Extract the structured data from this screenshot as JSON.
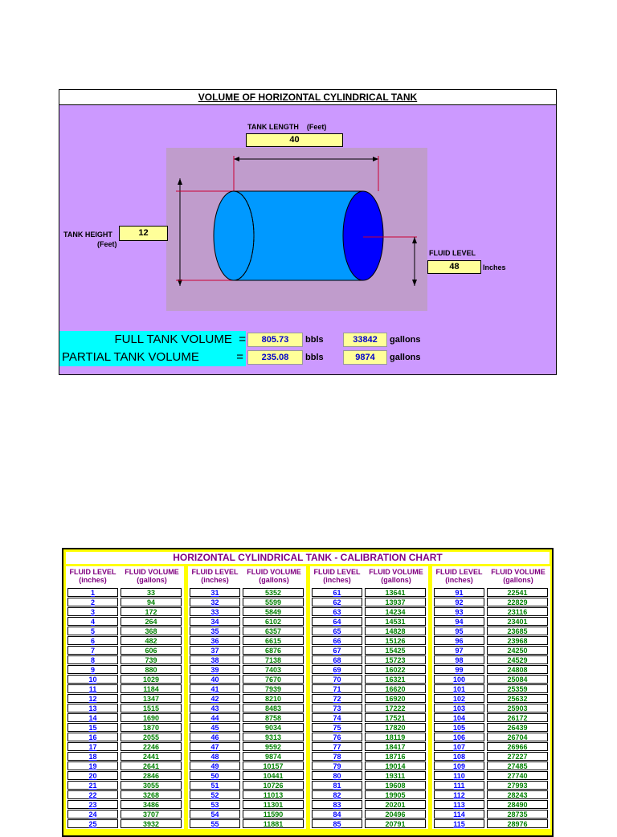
{
  "calculator": {
    "title": "VOLUME OF HORIZONTAL CYLINDRICAL TANK",
    "tank_length_label": "TANK LENGTH",
    "tank_length_unit": "(Feet)",
    "tank_length_value": "40",
    "tank_height_label": "TANK HEIGHT",
    "tank_height_unit": "(Feet)",
    "tank_height_value": "12",
    "fluid_level_label": "FLUID LEVEL",
    "fluid_level_value": "48",
    "fluid_level_unit": "Inches",
    "full_label": "FULL TANK VOLUME",
    "full_eq": "=",
    "full_bbls": "805.73",
    "full_gallons": "33842",
    "partial_label": "PARTIAL TANK VOLUME",
    "partial_eq": "=",
    "partial_bbls": "235.08",
    "partial_gallons": "9874",
    "bbls_unit": "bbls",
    "gallons_unit": "gallons",
    "colors": {
      "panel": "#cc99ff",
      "input": "#ffff99",
      "highlight": "#00ffff",
      "tank": "#0099ff",
      "tank_end": "#0000ff"
    }
  },
  "chart": {
    "title": "HORIZONTAL CYLINDRICAL TANK - CALIBRATION CHART",
    "col_level_1": "FLUID LEVEL",
    "col_level_2": "(inches)",
    "col_volume_1": "FLUID VOLUME",
    "col_volume_2": "(gallons)",
    "groups": [
      {
        "rows": [
          [
            1,
            33
          ],
          [
            2,
            94
          ],
          [
            3,
            172
          ],
          [
            4,
            264
          ],
          [
            5,
            368
          ],
          [
            6,
            482
          ],
          [
            7,
            606
          ],
          [
            8,
            739
          ],
          [
            9,
            880
          ],
          [
            10,
            1029
          ],
          [
            11,
            1184
          ],
          [
            12,
            1347
          ],
          [
            13,
            1515
          ],
          [
            14,
            1690
          ],
          [
            15,
            1870
          ],
          [
            16,
            2055
          ],
          [
            17,
            2246
          ],
          [
            18,
            2441
          ],
          [
            19,
            2641
          ],
          [
            20,
            2846
          ],
          [
            21,
            3055
          ],
          [
            22,
            3268
          ],
          [
            23,
            3486
          ],
          [
            24,
            3707
          ],
          [
            25,
            3932
          ]
        ]
      },
      {
        "rows": [
          [
            31,
            5352
          ],
          [
            32,
            5599
          ],
          [
            33,
            5849
          ],
          [
            34,
            6102
          ],
          [
            35,
            6357
          ],
          [
            36,
            6615
          ],
          [
            37,
            6876
          ],
          [
            38,
            7138
          ],
          [
            39,
            7403
          ],
          [
            40,
            7670
          ],
          [
            41,
            7939
          ],
          [
            42,
            8210
          ],
          [
            43,
            8483
          ],
          [
            44,
            8758
          ],
          [
            45,
            9034
          ],
          [
            46,
            9313
          ],
          [
            47,
            9592
          ],
          [
            48,
            9874
          ],
          [
            49,
            10157
          ],
          [
            50,
            10441
          ],
          [
            51,
            10726
          ],
          [
            52,
            11013
          ],
          [
            53,
            11301
          ],
          [
            54,
            11590
          ],
          [
            55,
            11881
          ]
        ]
      },
      {
        "rows": [
          [
            61,
            13641
          ],
          [
            62,
            13937
          ],
          [
            63,
            14234
          ],
          [
            64,
            14531
          ],
          [
            65,
            14828
          ],
          [
            66,
            15126
          ],
          [
            67,
            15425
          ],
          [
            68,
            15723
          ],
          [
            69,
            16022
          ],
          [
            70,
            16321
          ],
          [
            71,
            16620
          ],
          [
            72,
            16920
          ],
          [
            73,
            17222
          ],
          [
            74,
            17521
          ],
          [
            75,
            17820
          ],
          [
            76,
            18119
          ],
          [
            77,
            18417
          ],
          [
            78,
            18716
          ],
          [
            79,
            19014
          ],
          [
            80,
            19311
          ],
          [
            81,
            19608
          ],
          [
            82,
            19905
          ],
          [
            83,
            20201
          ],
          [
            84,
            20496
          ],
          [
            85,
            20791
          ]
        ]
      },
      {
        "rows": [
          [
            91,
            22541
          ],
          [
            92,
            22829
          ],
          [
            93,
            23116
          ],
          [
            94,
            23401
          ],
          [
            95,
            23685
          ],
          [
            96,
            23968
          ],
          [
            97,
            24250
          ],
          [
            98,
            24529
          ],
          [
            99,
            24808
          ],
          [
            100,
            25084
          ],
          [
            101,
            25359
          ],
          [
            102,
            25632
          ],
          [
            103,
            25903
          ],
          [
            104,
            26172
          ],
          [
            105,
            26439
          ],
          [
            106,
            26704
          ],
          [
            107,
            26966
          ],
          [
            108,
            27227
          ],
          [
            109,
            27485
          ],
          [
            110,
            27740
          ],
          [
            111,
            27993
          ],
          [
            112,
            28243
          ],
          [
            113,
            28490
          ],
          [
            114,
            28735
          ],
          [
            115,
            28976
          ]
        ]
      }
    ]
  }
}
